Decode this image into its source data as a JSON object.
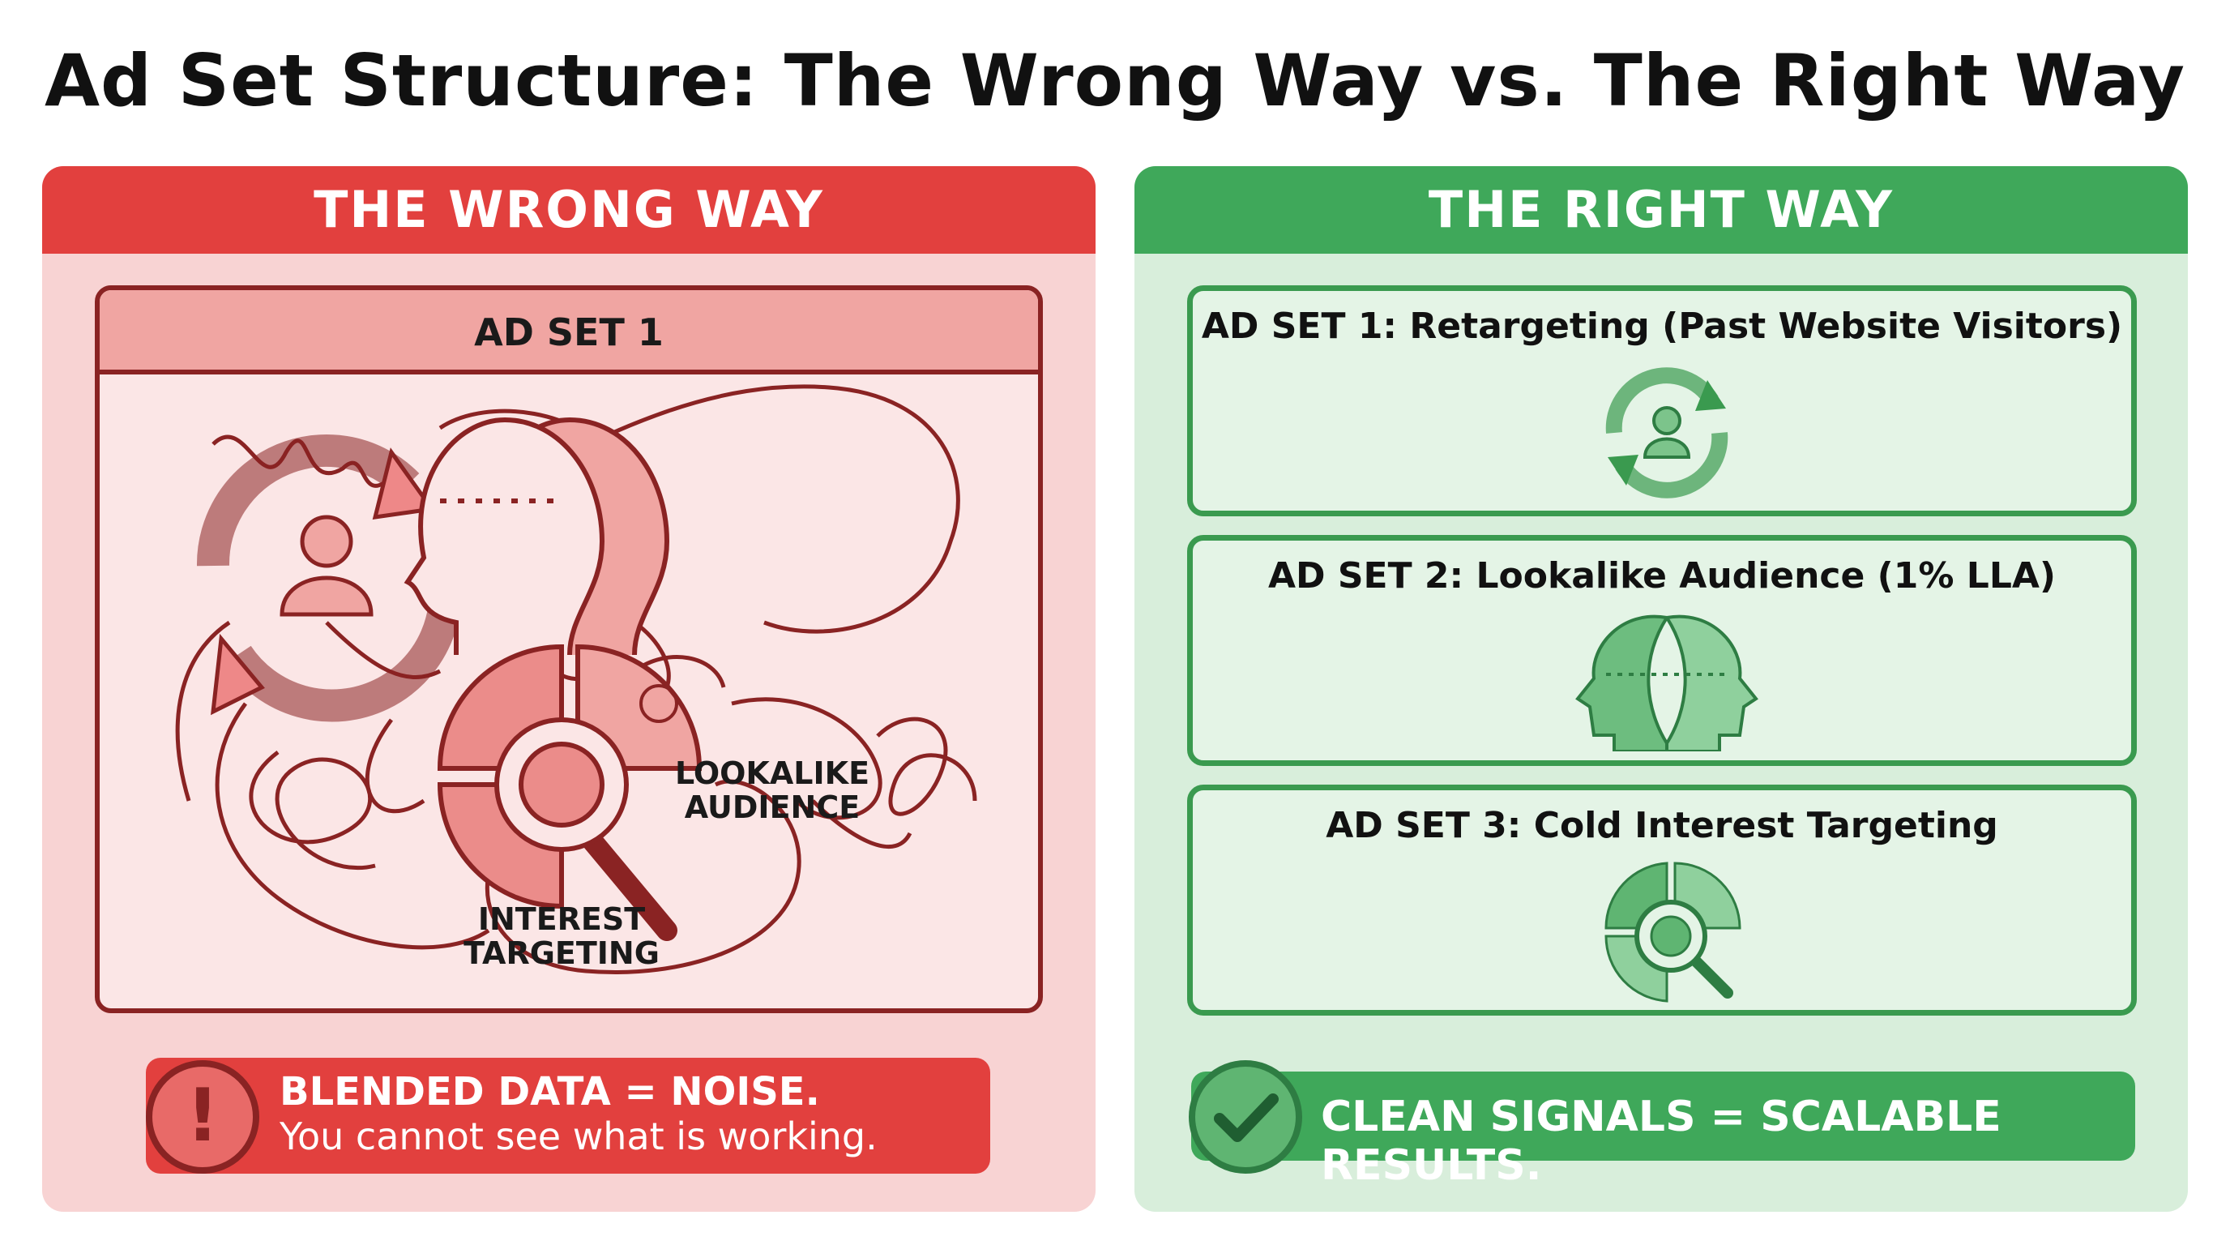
{
  "title": "Ad Set Structure: The Wrong Way vs. The Right Way",
  "wrong": {
    "header": "THE WRONG WAY",
    "ad_set_label": "AD SET 1",
    "labels": {
      "lookalike_line1": "LOOKALIKE",
      "lookalike_line2": "AUDIENCE",
      "interest_line1": "INTEREST",
      "interest_line2": "TARGETING"
    },
    "callout": {
      "icon": "exclamation-icon",
      "headline": "BLENDED DATA = NOISE.",
      "text": "You cannot see what is working."
    },
    "colors": {
      "primary": "#e2403e",
      "dark": "#8a2323",
      "background": "#f8d3d3"
    }
  },
  "right": {
    "header": "THE RIGHT WAY",
    "ad_sets": [
      {
        "label": "AD SET 1: Retargeting (Past Website Visitors)",
        "icon": "retargeting-user-icon"
      },
      {
        "label": "AD SET 2: Lookalike Audience (1% LLA)",
        "icon": "lookalike-heads-icon"
      },
      {
        "label": "AD SET 3: Cold Interest Targeting",
        "icon": "interest-magnifier-icon"
      }
    ],
    "callout": {
      "icon": "checkmark-icon",
      "text": "CLEAN SIGNALS = SCALABLE RESULTS."
    },
    "colors": {
      "primary": "#3fa85a",
      "dark": "#2e7d43",
      "background": "#d8eedb"
    }
  }
}
